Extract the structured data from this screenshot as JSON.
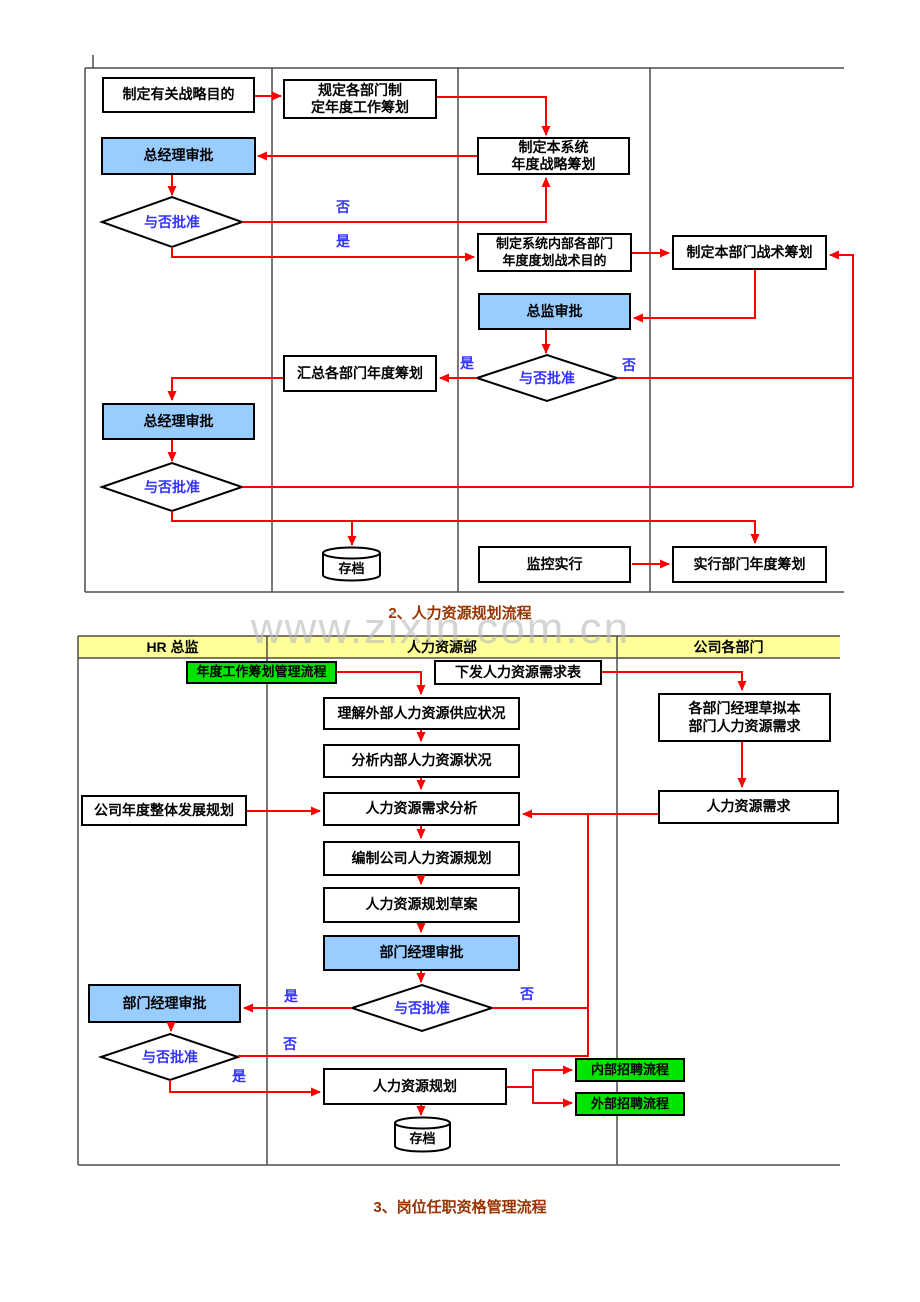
{
  "labels": {
    "yes": "是",
    "no": "否"
  },
  "watermark": "www.zixin.com.cn",
  "sections": {
    "s2_title": "2、人力资源规划流程",
    "s3_title": "3、岗位任职资格管理流程"
  },
  "colors": {
    "arrow_red": "#FF0000",
    "approval_blue": "#99CCFF",
    "process_green": "#00E400",
    "band_yellow": "#FFFF99",
    "title_brown": "#993300",
    "decision_text_blue": "#3333FF"
  },
  "chart1": {
    "nodes": {
      "set_strategic_goals": "制定有关战略目的",
      "require_dept_annual_plans": "规定各部门制\n定年度工作筹划",
      "gm_approval_1": "总经理审批",
      "approve_decision_1": "与否批准",
      "make_system_annual_strategy": "制定本系统\n年度战略筹划",
      "make_dept_tactical_goals": "制定系统内部各部门\n年度度划战术目的",
      "make_dept_tactical_plan": "制定本部门战术筹划",
      "director_approval": "总监审批",
      "approve_decision_2": "与否批准",
      "summarize_dept_plans": "汇总各部门年度筹划",
      "gm_approval_2": "总经理审批",
      "approve_decision_3": "与否批准",
      "archive": "存档",
      "monitor_execution": "监控实行",
      "execute_dept_plan": "实行部门年度筹划"
    }
  },
  "chart2": {
    "lanes": [
      "HR 总监",
      "人力资源部",
      "公司各部门"
    ],
    "nodes": {
      "annual_plan_process": "年度工作筹划管理流程",
      "issue_hr_demand_form": "下发人力资源需求表",
      "understand_external_supply": "理解外部人力资源供应状况",
      "draft_dept_hr_demand": "各部门经理草拟本\n部门人力资源需求",
      "analyze_internal_hr": "分析内部人力资源状况",
      "company_dev_plan": "公司年度整体发展规划",
      "hr_demand_analysis": "人力资源需求分析",
      "hr_demand": "人力资源需求",
      "compile_hr_plan": "编制公司人力资源规划",
      "hr_plan_draft": "人力资源规划草案",
      "dept_manager_approval_1": "部门经理审批",
      "approve_decision_1": "与否批准",
      "dept_manager_approval_2": "部门经理审批",
      "approve_decision_2": "与否批准",
      "hr_plan": "人力资源规划",
      "internal_recruit_process": "内部招聘流程",
      "external_recruit_process": "外部招聘流程",
      "archive": "存档"
    }
  }
}
